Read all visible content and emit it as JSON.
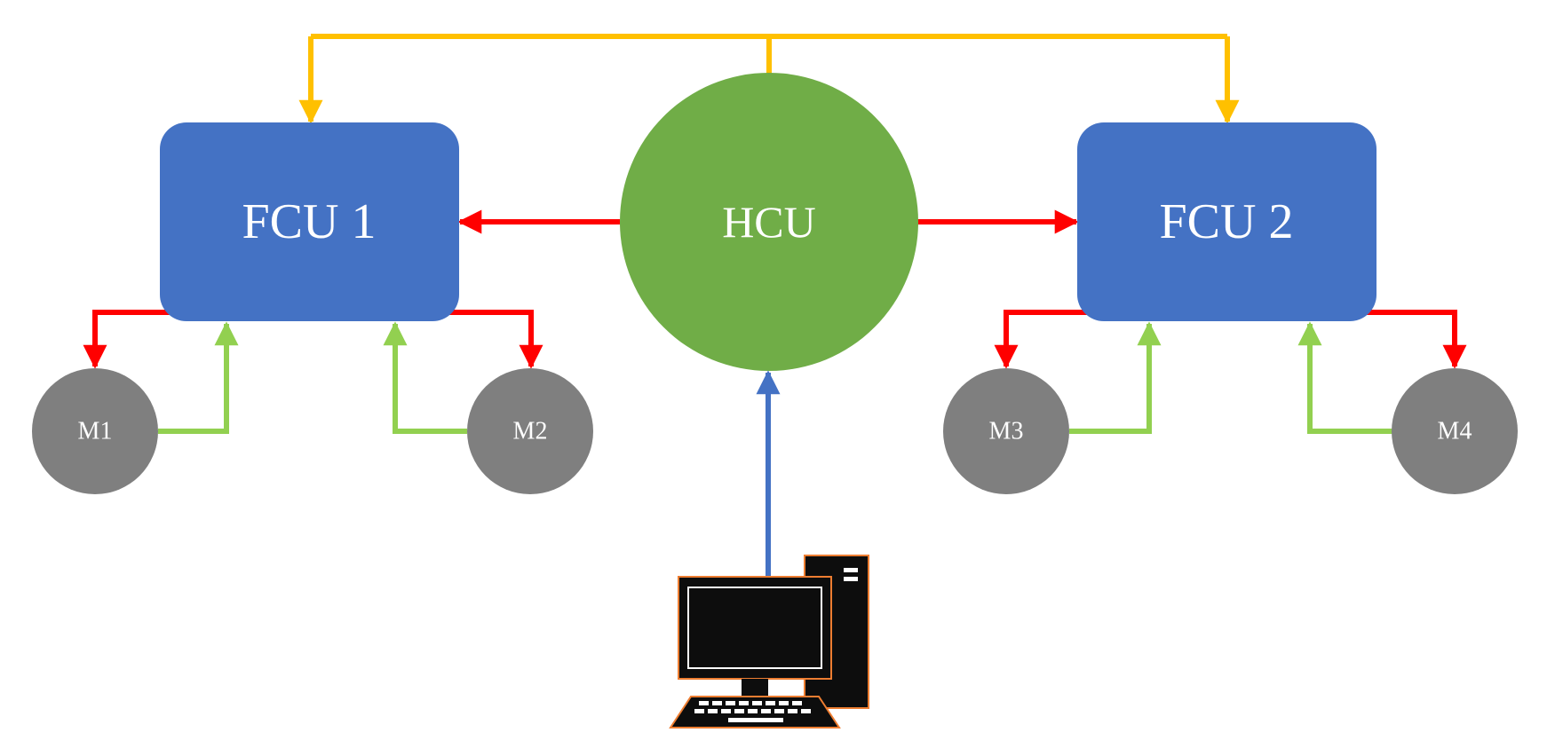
{
  "nodes": {
    "fcu1": {
      "label": "FCU 1"
    },
    "fcu2": {
      "label": "FCU 2"
    },
    "hcu": {
      "label": "HCU"
    },
    "m1": {
      "label": "M1"
    },
    "m2": {
      "label": "M2"
    },
    "m3": {
      "label": "M3"
    },
    "m4": {
      "label": "M4"
    }
  },
  "colors": {
    "fcu_fill": "#4472C4",
    "hcu_fill": "#70AD47",
    "motor_fill": "#7F7F7F",
    "command_arrow": "#FF0000",
    "feedback_arrow": "#92D050",
    "sync_arrow": "#FFC000",
    "pc_arrow": "#4472C4",
    "computer_body": "#0D0D0D",
    "computer_outline": "#ED7D31"
  },
  "icons": {
    "computer": "desktop-computer-icon"
  }
}
